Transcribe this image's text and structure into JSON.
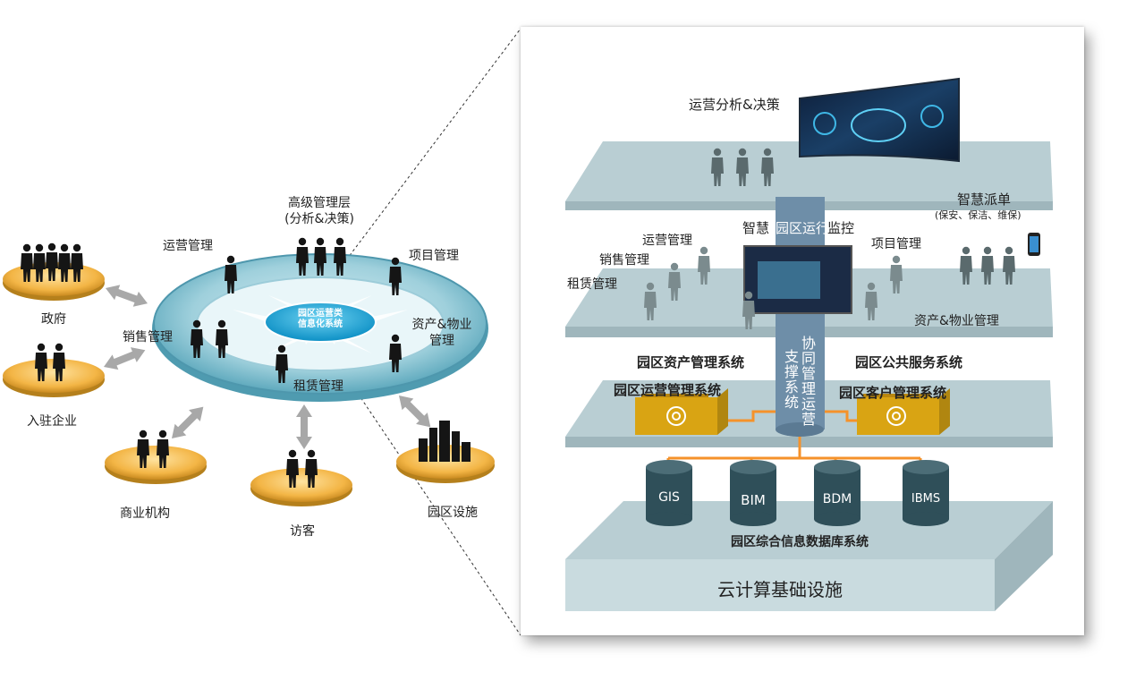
{
  "left": {
    "center_system": [
      "园区运营类",
      "信息化系统"
    ],
    "ring_labels": {
      "senior": [
        "高级管理层",
        "(分析&决策)"
      ],
      "ops": "运营管理",
      "project": "项目管理",
      "sales": "销售管理",
      "asset": [
        "资产&物业",
        "管理"
      ],
      "lease": "租赁管理"
    },
    "stakeholders": {
      "gov": "政府",
      "enterprise": "入驻企业",
      "commercial": "商业机构",
      "visitor": "访客",
      "facility": "园区设施"
    }
  },
  "right": {
    "top_layer": {
      "label": "运营分析&决策"
    },
    "middle_layer": {
      "monitor": [
        "智慧",
        "园区运行",
        "监控"
      ],
      "ops": "运营管理",
      "sales": "销售管理",
      "lease": "租赁管理",
      "project": "项目管理",
      "asset": "资产&物业管理",
      "dispatch": "智慧派单",
      "dispatch_sub": "(保安、保洁、维保)"
    },
    "pillar_text": [
      "协同管理运营",
      "支撑系统"
    ],
    "systems": {
      "asset_sys": "园区资产管理系统",
      "ops_sys": "园区运营管理系统",
      "public_sys": "园区公共服务系统",
      "customer_sys": "园区客户管理系统"
    },
    "databases": [
      "GIS",
      "BIM",
      "BDM",
      "IBMS"
    ],
    "db_layer_label": "园区综合信息数据库系统",
    "base_label": "云计算基础设施"
  },
  "colors": {
    "slab": "#b9ced3",
    "slab_dark": "#9fb6bc",
    "db": "#2f4f59",
    "box": "#d9a413",
    "connector": "#f5922a",
    "disc": "#f3b545",
    "ring": "#8fc7d6"
  }
}
